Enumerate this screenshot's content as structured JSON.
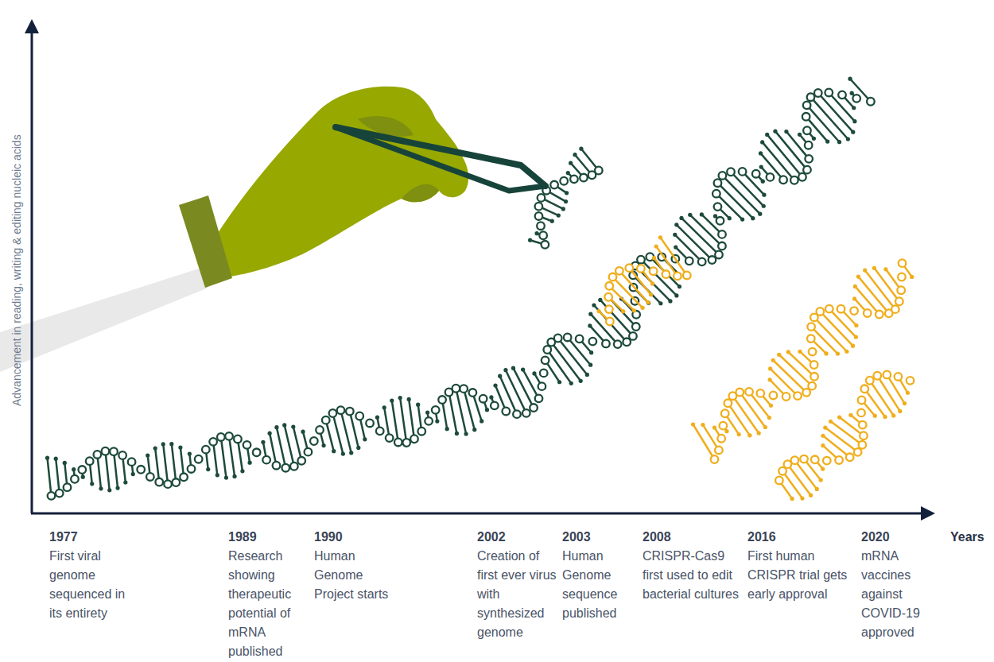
{
  "diagram": {
    "labels": [
      "Advancement in reading, writing & editing nucleic acids",
      "Years",
      "1977",
      "First viral genome sequenced in its entirety",
      "1989",
      "Research showing therapeutic potential of mRNA published",
      "1990",
      "Human Genome Project starts",
      "2002",
      "Creation of first ever virus with synthesized genome",
      "2003",
      "Human Genome sequence published",
      "2008",
      "CRISPR-Cas9 first used to edit bacterial cultures",
      "2016",
      "First human CRISPR trial gets early approval",
      "2020",
      "mRNA vaccines against COVID-19 approved"
    ]
  }
}
